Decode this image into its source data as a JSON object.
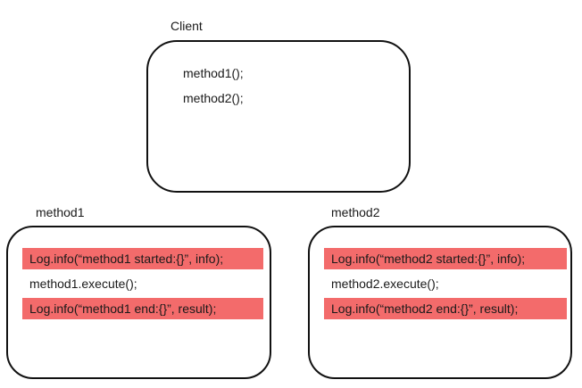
{
  "highlight_color": "#f36b6b",
  "client": {
    "label": "Client",
    "lines": [
      "method1();",
      "method2();"
    ]
  },
  "method1": {
    "label": "method1",
    "lines": [
      "Log.info(“method1 started:{}”, info);",
      "method1.execute();",
      "Log.info(“method1 end:{}”, result);"
    ]
  },
  "method2": {
    "label": "method2",
    "lines": [
      "Log.info(“method2 started:{}”, info);",
      "method2.execute();",
      "Log.info(“method2 end:{}”, result);"
    ]
  }
}
